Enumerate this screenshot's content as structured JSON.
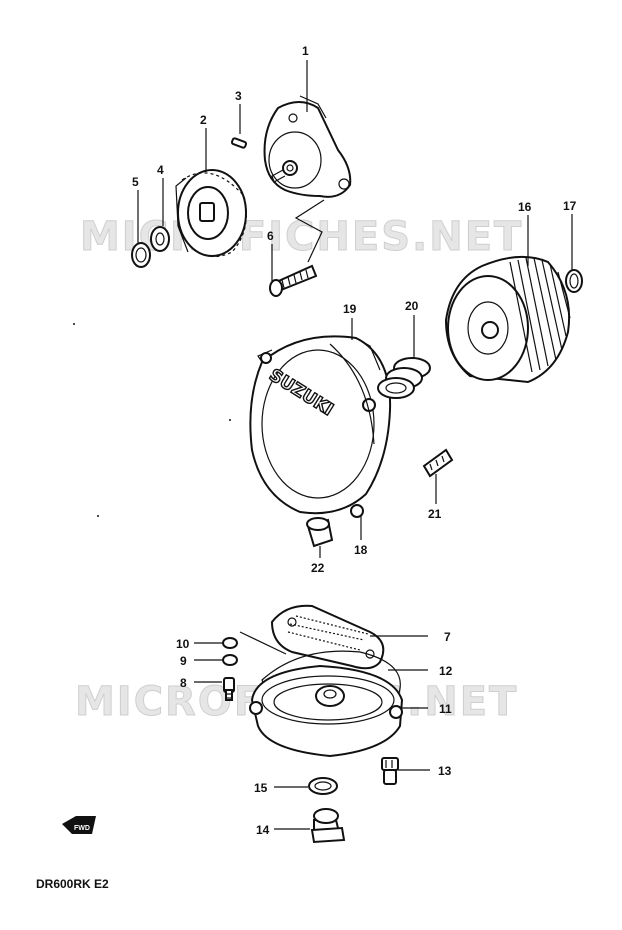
{
  "watermark": {
    "top": "MICROFICHES.NET",
    "bottom": "MICROFICHES.NET"
  },
  "cover_logo": "SUZUKI",
  "front_arrow_label": "FWD",
  "model_code": "DR600RK E2",
  "callouts": {
    "c1": "1",
    "c2": "2",
    "c3": "3",
    "c4": "4",
    "c5": "5",
    "c6": "6",
    "c7": "7",
    "c8": "8",
    "c9": "9",
    "c10": "10",
    "c11": "11",
    "c12": "12",
    "c13": "13",
    "c14": "14",
    "c15": "15",
    "c16": "16",
    "c17": "17",
    "c18": "18",
    "c19": "19",
    "c20": "20",
    "c21": "21",
    "c22": "22"
  }
}
